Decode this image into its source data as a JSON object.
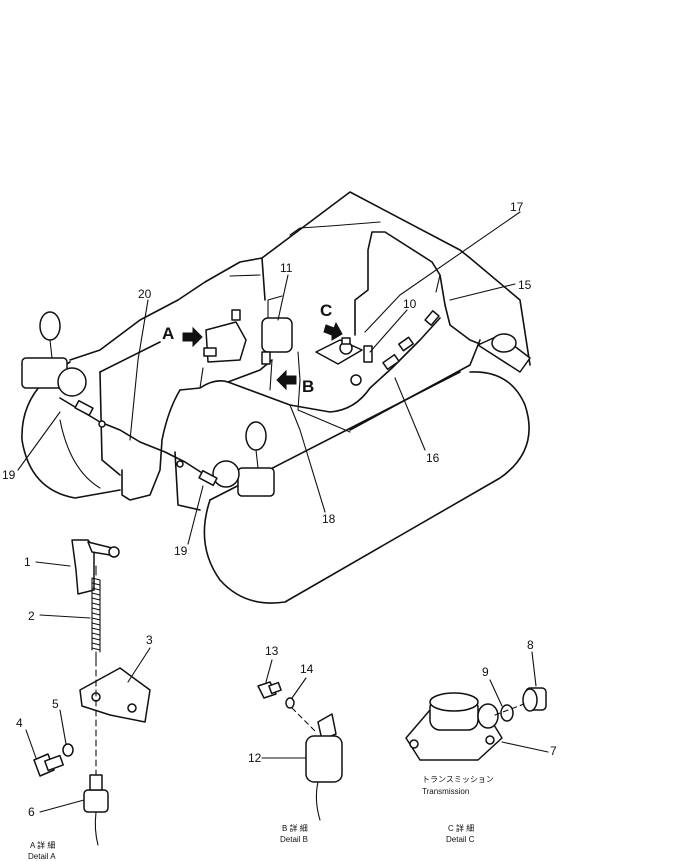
{
  "view_letters": {
    "a": "A",
    "b": "B",
    "c": "C"
  },
  "part_numbers": {
    "p1": "1",
    "p2": "2",
    "p3": "3",
    "p4": "4",
    "p5": "5",
    "p6": "6",
    "p7": "7",
    "p8": "8",
    "p9": "9",
    "p10": "10",
    "p11": "11",
    "p12": "12",
    "p13": "13",
    "p14": "14",
    "p15": "15",
    "p16": "16",
    "p17": "17",
    "p18": "18",
    "p19a": "19",
    "p19b": "19",
    "p20": "20"
  },
  "captions": {
    "detail_a_jp": "A 詳 細",
    "detail_a_en": "Detail A",
    "detail_b_jp": "B 詳 細",
    "detail_b_en": "Detail B",
    "detail_c_jp": "C 詳 細",
    "detail_c_en": "Detail C",
    "transmission_jp": "トランスミッション",
    "transmission_en": "Transmission"
  }
}
